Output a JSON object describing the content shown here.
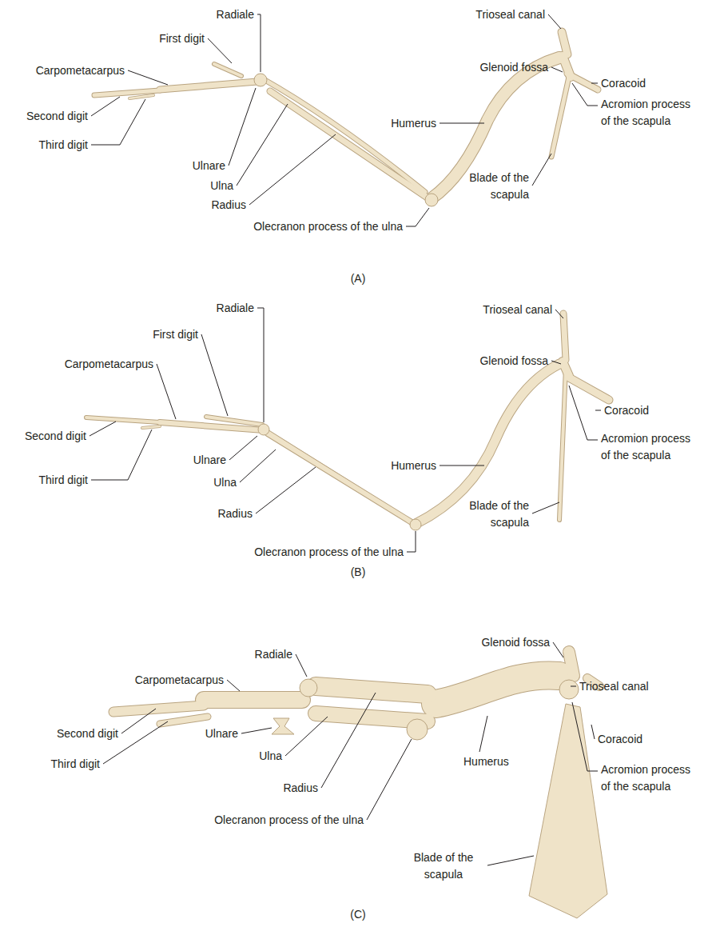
{
  "diagram": {
    "labels": [
      "Radiale",
      "First digit",
      "Carpometacarpus",
      "Second digit",
      "Third digit",
      "Ulnare",
      "Ulna",
      "Radius",
      "Humerus",
      "Olecranon process of the ulna",
      "Trioseal canal",
      "Glenoid fossa",
      "Coracoid",
      "Acromion process of the scapula",
      "Blade of the scapula",
      "(A)",
      "Radiale",
      "First digit",
      "Carpometacarpus",
      "Second digit",
      "Third digit",
      "Ulnare",
      "Ulna",
      "Radius",
      "Humerus",
      "Olecranon process of the ulna",
      "Trioseal canal",
      "Glenoid fossa",
      "Coracoid",
      "Acromion process of the scapula",
      "Blade of the scapula",
      "(B)",
      "Radiale",
      "Carpometacarpus",
      "Second digit",
      "Third digit",
      "Ulnare",
      "Ulna",
      "Radius",
      "Olecranon process of the ulna",
      "Humerus",
      "Glenoid fossa",
      "Trioseal canal",
      "Coracoid",
      "Acromion process of the scapula",
      "Blade of the scapula",
      "(C)"
    ]
  }
}
